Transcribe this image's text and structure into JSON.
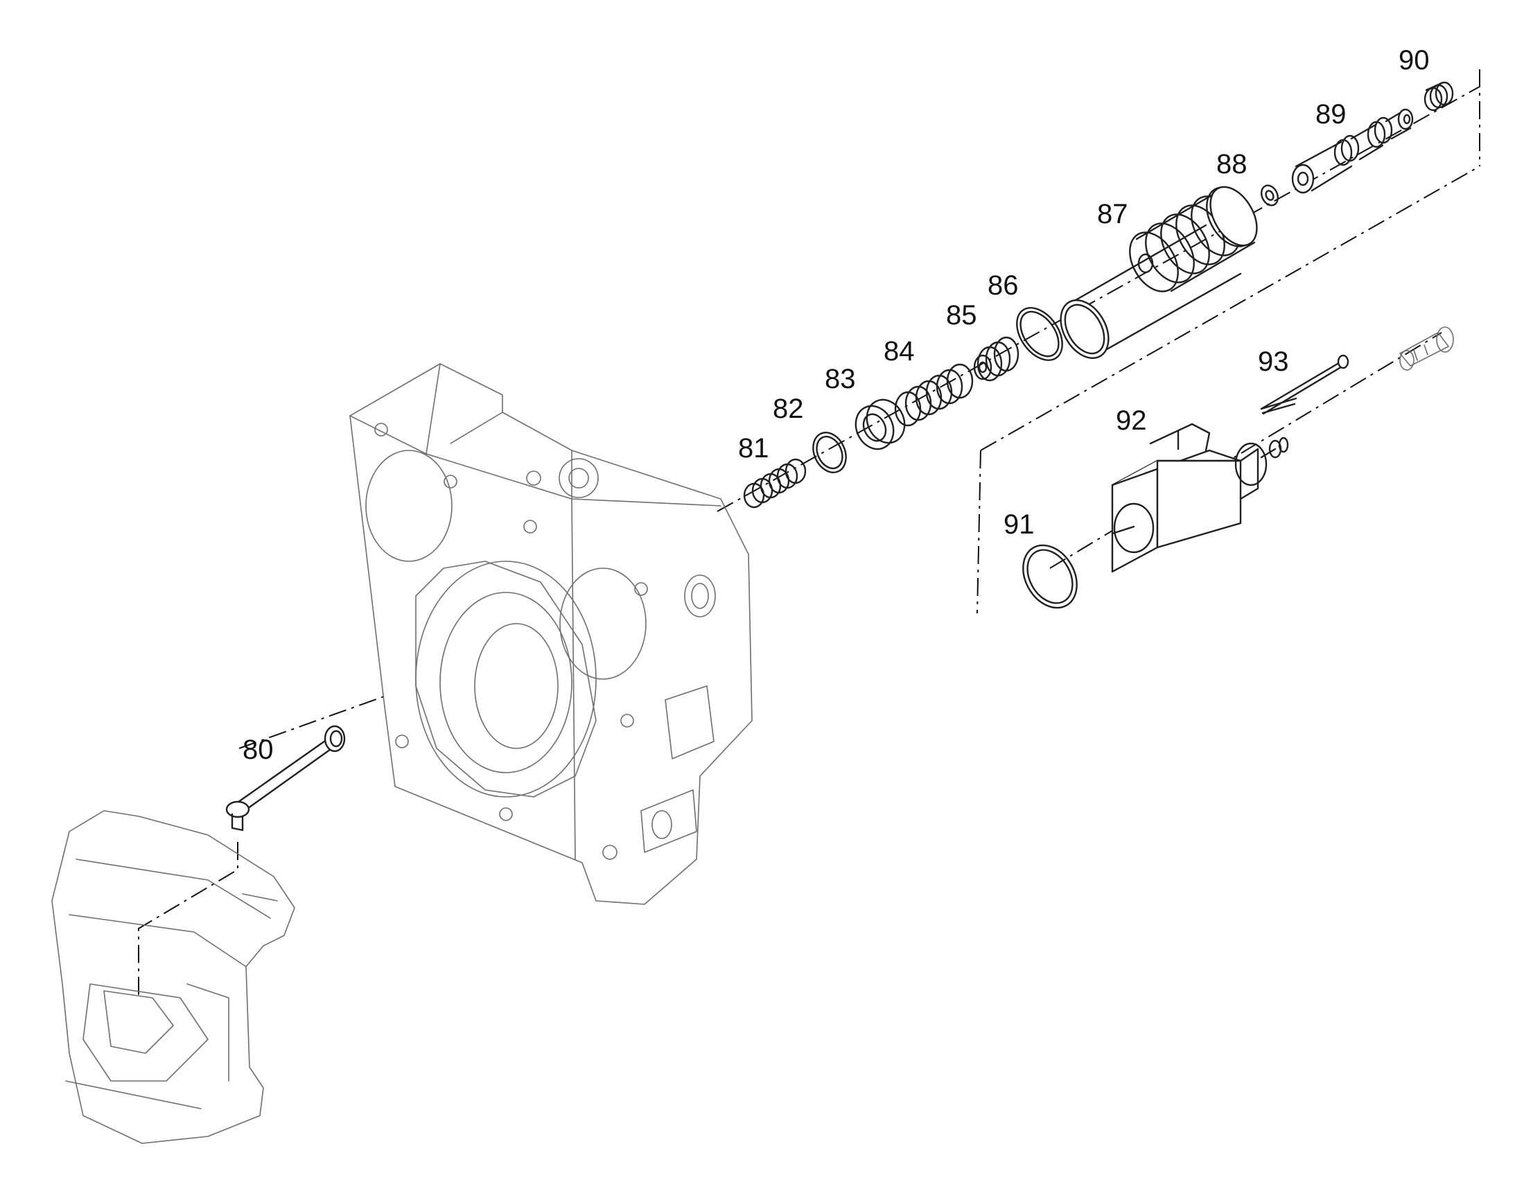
{
  "callouts": [
    {
      "id": "c80",
      "label": "80"
    },
    {
      "id": "c81",
      "label": "81"
    },
    {
      "id": "c82",
      "label": "82"
    },
    {
      "id": "c83",
      "label": "83"
    },
    {
      "id": "c84",
      "label": "84"
    },
    {
      "id": "c85",
      "label": "85"
    },
    {
      "id": "c86",
      "label": "86"
    },
    {
      "id": "c87",
      "label": "87"
    },
    {
      "id": "c88",
      "label": "88"
    },
    {
      "id": "c89",
      "label": "89"
    },
    {
      "id": "c90",
      "label": "90"
    },
    {
      "id": "c91",
      "label": "91"
    },
    {
      "id": "c92",
      "label": "92"
    },
    {
      "id": "c93",
      "label": "93"
    }
  ]
}
